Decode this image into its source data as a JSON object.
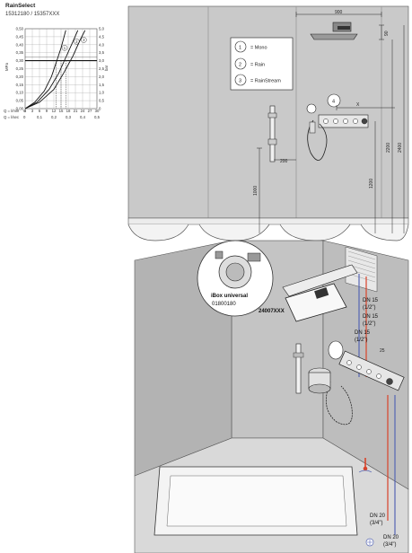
{
  "header": {
    "title": "RainSelect",
    "subtitle": "15312180 / 15357XXX"
  },
  "chart_data": {
    "type": "line",
    "ylabel": "MPa",
    "y_ticks_left": [
      "0,50",
      "0,45",
      "0,40",
      "0,35",
      "0,30",
      "0,25",
      "0,20",
      "0,15",
      "0,10",
      "0,05",
      "0,00"
    ],
    "y_ticks_right": [
      "5,0",
      "4,5",
      "4,0",
      "3,5",
      "3,0",
      "2,5",
      "2,0",
      "1,5",
      "1,0",
      "0,5",
      "0"
    ],
    "y_right_unit": "bar",
    "x_row1_label": "Q = l/min",
    "x_row1_unit": "G",
    "x_row1_ticks": [
      "0",
      "3",
      "6",
      "9",
      "12",
      "15",
      "18",
      "21",
      "24",
      "27",
      "30"
    ],
    "x_row2_label": "Q = l/sec",
    "x_row2_unit": "0",
    "x_row2_ticks": [
      "0,1",
      "0,2",
      "0,3",
      "0,4",
      "0,5"
    ],
    "curve_labels": [
      "1",
      "2",
      "3"
    ],
    "ylim": [
      0,
      0.5
    ],
    "xlim": [
      0,
      30
    ],
    "highlight_y": 0.3,
    "series": [
      {
        "values": [
          [
            0,
            0
          ],
          [
            4,
            0.04
          ],
          [
            8,
            0.11
          ],
          [
            11,
            0.2
          ],
          [
            13,
            0.29
          ],
          [
            15,
            0.38
          ],
          [
            17,
            0.49
          ]
        ]
      },
      {
        "values": [
          [
            0,
            0
          ],
          [
            5,
            0.04
          ],
          [
            10,
            0.12
          ],
          [
            14,
            0.22
          ],
          [
            17,
            0.32
          ],
          [
            20,
            0.42
          ],
          [
            22,
            0.49
          ]
        ]
      },
      {
        "values": [
          [
            0,
            0
          ],
          [
            6,
            0.04
          ],
          [
            12,
            0.12
          ],
          [
            16,
            0.22
          ],
          [
            20,
            0.33
          ],
          [
            23,
            0.43
          ],
          [
            25,
            0.49
          ]
        ]
      }
    ]
  },
  "legend": {
    "items": [
      {
        "num": "1",
        "label": "= Mono"
      },
      {
        "num": "2",
        "label": "= Rain"
      },
      {
        "num": "3",
        "label": "= RainStream"
      }
    ]
  },
  "dimensions": {
    "top_width": "900",
    "side_depth": "90",
    "x_mark": "X",
    "shower_arm": "200",
    "h_total_1": "2200",
    "h_total_2": "2400",
    "h_valve": "1200",
    "h_handshower": "1000",
    "callout_4": "4"
  },
  "install": {
    "ibox_label": "iBox universal",
    "ibox_code": "01800180",
    "part_code": "24007XXX",
    "dn_a": "DN 15",
    "dn_a_in": "(1/2\")",
    "dn_b": "DN 15",
    "dn_b_in": "(1/2\")",
    "dn_c": "DN 15",
    "dn_c_in": "(1/2\")",
    "dn_d": "DN 20",
    "dn_d_in": "(3/4\")",
    "dn_e": "DN 20",
    "dn_e_in": "(3/4\")",
    "gap_mark": "25"
  },
  "colors": {
    "wall": "#c9c9c9",
    "wall_dark": "#b3b3b3",
    "line": "#222222",
    "hot": "#d9432a",
    "cold": "#5565b3",
    "highlight": "#111111"
  }
}
